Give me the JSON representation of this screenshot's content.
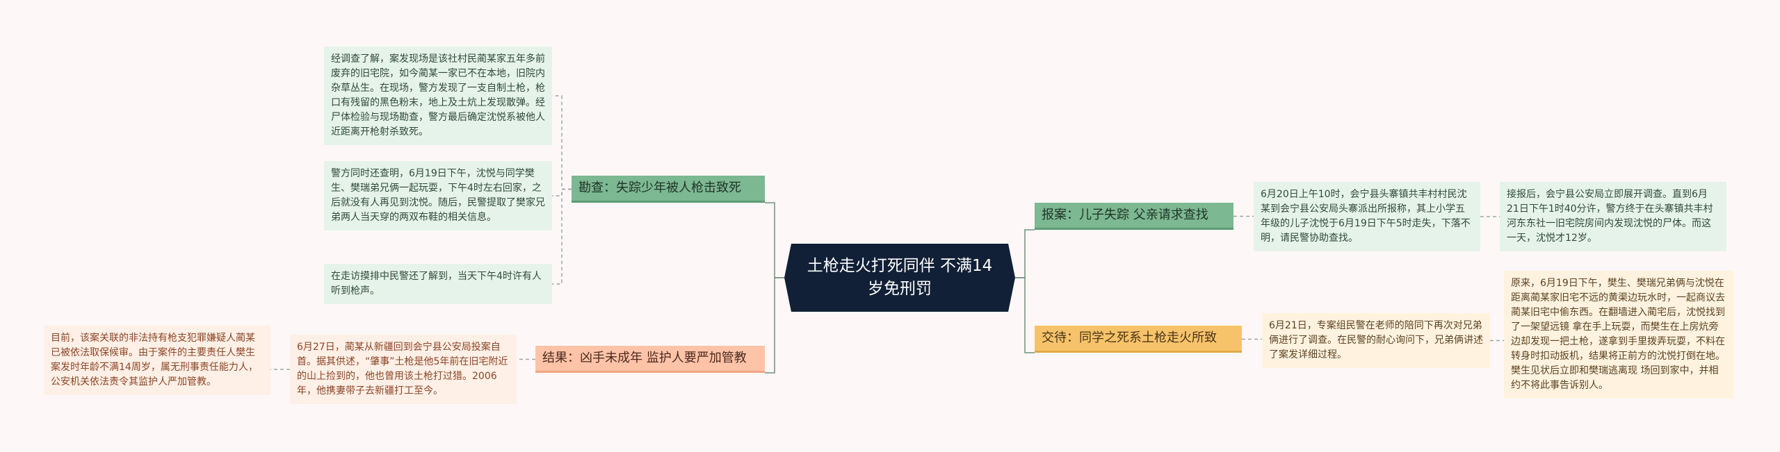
{
  "root": {
    "title": "土枪走火打死同伴 不满14岁免刑罚"
  },
  "branches": {
    "investigation": {
      "label": "勘查：失踪少年被人枪击致死",
      "details": [
        "经调查了解，案发现场是该社村民蔺某家五年多前废弃的旧宅院，如今蔺某一家已不在本地，旧院内杂草丛生。在现场，警方发现了一支自制土枪，枪口有残留的黑色粉末，地上及土炕上发现散弹。经尸体检验与现场勘查，警方最后确定沈悦系被他人近距离开枪射杀致死。",
        "警方同时还查明，6月19日下午，沈悦与同学樊生、樊瑞弟兄俩一起玩耍，下午4时左右回家，之后就没有人再见到沈悦。随后，民警提取了樊家兄弟两人当天穿的两双布鞋的相关信息。",
        "在走访摸排中民警还了解到，当天下午4时许有人听到枪声。"
      ]
    },
    "result": {
      "label": "结果：凶手未成年 监护人要严加管教",
      "details": [
        "6月27日，蔺某从新疆回到会宁县公安局投案自首。据其供述，“肇事”土枪是他5年前在旧宅附近的山上捡到的，他也曾用该土枪打过猎。2006年，他携妻带子去新疆打工至今。"
      ],
      "subdetails": [
        "目前，该案关联的非法持有枪支犯罪嫌疑人蔺某已被依法取保候审。由于案件的主要责任人樊生案发时年龄不满14周岁，属无刑事责任能力人，公安机关依法责令其监护人严加管教。"
      ]
    },
    "report": {
      "label": "报案：儿子失踪 父亲请求查找",
      "details": [
        "6月20日上午10时，会宁县头寨镇共丰村村民沈某到会宁县公安局头寨派出所报称，其上小学五年级的儿子沈悦于6月19日下午5时走失，下落不明，请民警协助查找。"
      ],
      "subdetails": [
        "接报后，会宁县公安局立即展开调查。直到6月21日下午1时40分许，警方终于在头寨镇共丰村河东东社一旧宅院房间内发现沈悦的尸体。而这一天，沈悦才12岁。"
      ]
    },
    "confession": {
      "label": "交待：同学之死系土枪走火所致",
      "details": [
        "6月21日，专案组民警在老师的陪同下再次对兄弟俩进行了调查。在民警的耐心询问下，兄弟俩讲述了案发详细过程。"
      ],
      "subdetails": [
        "原来，6月19日下午，樊生、樊瑞兄弟俩与沈悦在距离蔺某家旧宅不远的黄渠边玩水时，一起商议去蔺某旧宅中偷东西。在翻墙进入蔺宅后，沈悦找到了一架望远镜 拿在手上玩耍，而樊生在上房炕旁边却发现一把土枪，遂拿到手里拨弄玩耍，不料在转身时扣动扳机，结果将正前方的沈悦打倒在地。樊生见状后立即和樊瑞逃离现 场回到家中，并相约不将此事告诉别人。"
      ]
    }
  },
  "colors": {
    "background": "#fdf8f7",
    "root": "#112036",
    "green": "#7cb891",
    "orange": "#ffc3a8",
    "yellow": "#f7c36a",
    "connector": "#9aa7a0"
  }
}
